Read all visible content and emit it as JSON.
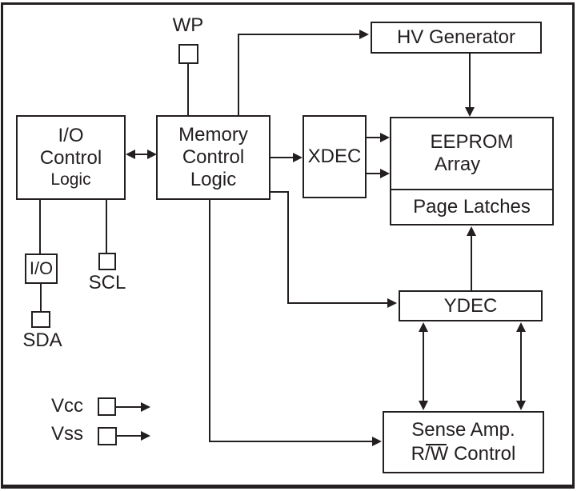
{
  "blocks": {
    "io_control": {
      "line1": "I/O",
      "line2": "Control",
      "line3": "Logic"
    },
    "memory_control": {
      "line1": "Memory",
      "line2": "Control",
      "line3": "Logic"
    },
    "xdec": {
      "label": "XDEC"
    },
    "hv_generator": {
      "label": "HV Generator"
    },
    "eeprom_array": {
      "line1": "EEPROM",
      "line2": "Array"
    },
    "page_latches": {
      "label": "Page Latches"
    },
    "ydec": {
      "label": "YDEC"
    },
    "sense_amp": {
      "line1": "Sense Amp.",
      "line2_pre": "R/",
      "line2_overline": "W",
      "line2_post": " Control"
    }
  },
  "pins": {
    "wp": {
      "label": "WP"
    },
    "io": {
      "label": "I/O"
    },
    "scl": {
      "label": "SCL"
    },
    "sda": {
      "label": "SDA"
    },
    "vcc": {
      "label": "Vcc"
    },
    "vss": {
      "label": "Vss"
    }
  },
  "colors": {
    "ink": "#231f20",
    "background": "#ffffff"
  }
}
